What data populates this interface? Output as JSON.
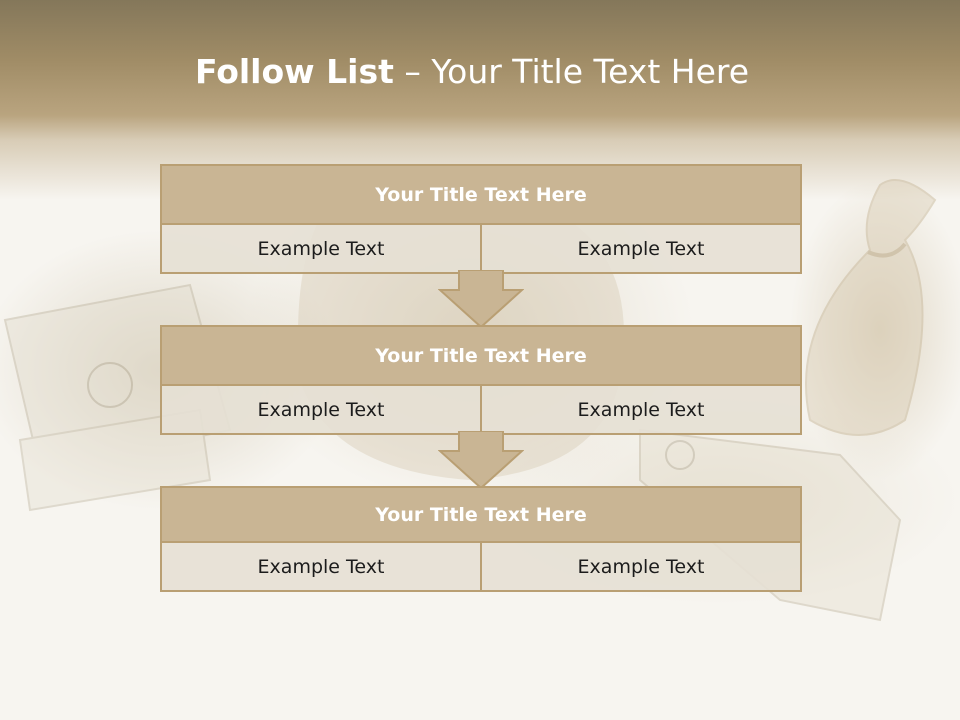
{
  "slide": {
    "title_bold": "Follow List",
    "title_rest": " – Your Title Text Here"
  },
  "blocks": [
    {
      "title": "Your Title Text Here",
      "left": "Example Text",
      "right": "Example Text"
    },
    {
      "title": "Your Title Text Here",
      "left": "Example Text",
      "right": "Example Text"
    },
    {
      "title": "Your Title Text Here",
      "left": "Example Text",
      "right": "Example Text"
    }
  ],
  "colors": {
    "header_fill": "#c9b594",
    "border": "#b99f73",
    "cell_fill": "#e6e0d4",
    "banner": "#84775a"
  },
  "background_icons": [
    "money-bag-icon",
    "dollar-bills-icon"
  ]
}
